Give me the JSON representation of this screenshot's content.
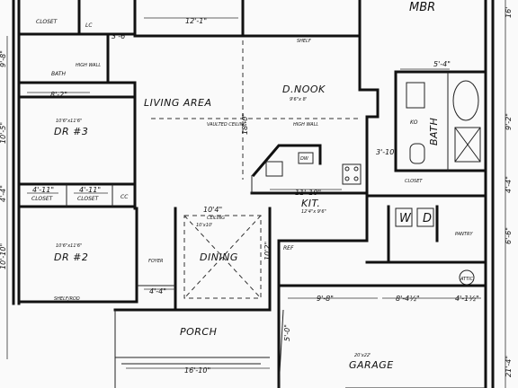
{
  "rooms": {
    "closet_top": "CLOSET",
    "lc": "LC",
    "bath_left": "BATH",
    "high_wall": "HIGH WALL",
    "living_area": "LIVING AREA",
    "dr3": "DR #3",
    "dr2": "DR #2",
    "closet_a": "CLOSET",
    "closet_b": "CLOSET",
    "cc": "CC",
    "d_nook": "D.NOOK",
    "kit": "KIT.",
    "dining": "DINING",
    "porch": "PORCH",
    "garage": "GARAGE",
    "mbr": "MBR",
    "bath_right": "BATH",
    "ko": "KO",
    "closet_mbr": "CLOSET",
    "w": "W",
    "d": "D",
    "pantry": "PANTRY",
    "foyer": "FOYER",
    "ref": "REF",
    "dw": "DW"
  },
  "dimensions": {
    "d_top": "12'-1\"",
    "d_3_6": "3'-6\"",
    "d_5_4_a": "5'-4\"",
    "d_8_2": "8'-2\"",
    "d_18": "18'-0\"",
    "d_11_10": "11'-10\"",
    "d_3_10": "3'-10\"",
    "d_4_11_a": "4'-11\"",
    "d_4_11_b": "4'-11\"",
    "d_10_4": "10'4\"",
    "d_10_2": "10'2\"",
    "d_4_4": "4'-4\"",
    "d_9_8": "9'-8\"",
    "d_8_4h": "8'-4½\"",
    "d_4_1h": "4'-1½\"",
    "d_16_10": "16'-10\"",
    "d_5_0": "5'-0\"",
    "d_21_4": "21'-4\"",
    "d_6_6": "6'-6\"",
    "d_4_4_r": "4'-4\"",
    "d_9_2": "9'-2\"",
    "d_16_top": "16'",
    "d_10_10": "10'-10\"",
    "d_10_5": "10'-5\"",
    "d_9_8_l": "9'-8\"",
    "d_4_4_l": "4'-4\""
  },
  "notes": {
    "shelf": "SHELF",
    "vaulted": "VAULTED CEILING",
    "dining_ceiling": "CEILING",
    "high_wall_r": "HIGH WALL",
    "kit_sub": "12'4\"x 9'6\"",
    "nook_sub": "9'6\"x 8'",
    "dr3_sub": "10'6\"x11'6\"",
    "dr2_sub": "10'6\"x11'6\"",
    "garage_sub": "20'x22'",
    "dining_sub": "10'x10'",
    "closet_low": "SHELF/ROD",
    "attic": "ATTIC"
  }
}
